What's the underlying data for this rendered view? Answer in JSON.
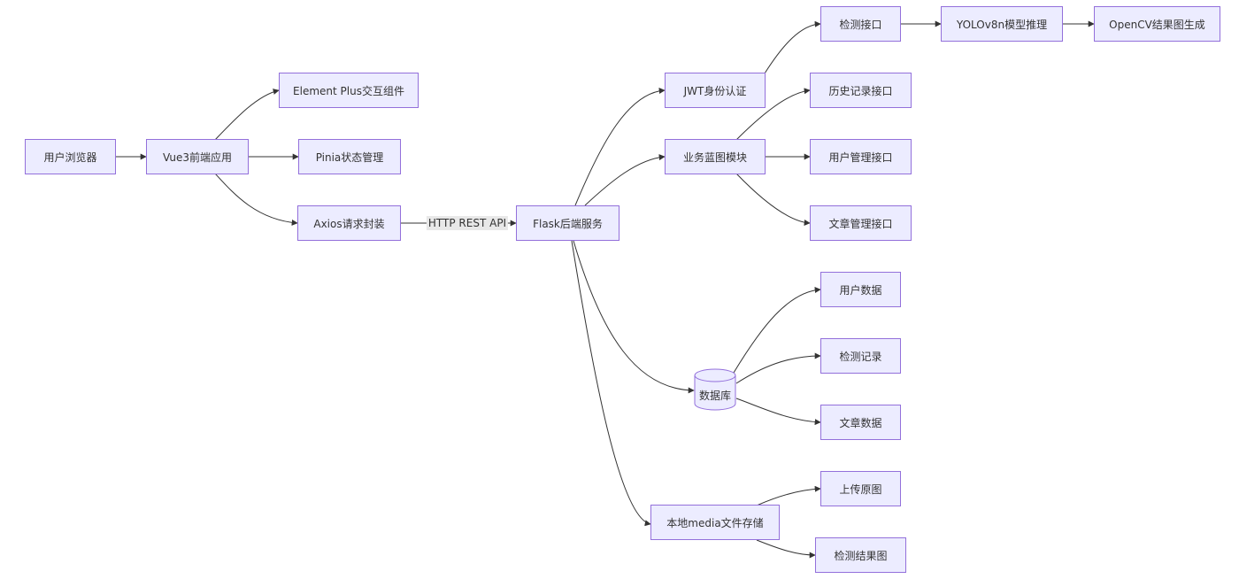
{
  "nodes": {
    "browser": "用户浏览器",
    "vue": "Vue3前端应用",
    "element": "Element Plus交互组件",
    "pinia": "Pinia状态管理",
    "axios": "Axios请求封装",
    "flask": "Flask后端服务",
    "jwt": "JWT身份认证",
    "blueprint": "业务蓝图模块",
    "detect_api": "检测接口",
    "history_api": "历史记录接口",
    "user_api": "用户管理接口",
    "article_api": "文章管理接口",
    "yolo": "YOLOv8n模型推理",
    "opencv": "OpenCV结果图生成",
    "database": "数据库",
    "user_data": "用户数据",
    "detect_record": "检测记录",
    "article_data": "文章数据",
    "media": "本地media文件存储",
    "upload_image": "上传原图",
    "result_image": "检测结果图"
  },
  "edge_labels": {
    "axios_flask": "HTTP REST API"
  }
}
